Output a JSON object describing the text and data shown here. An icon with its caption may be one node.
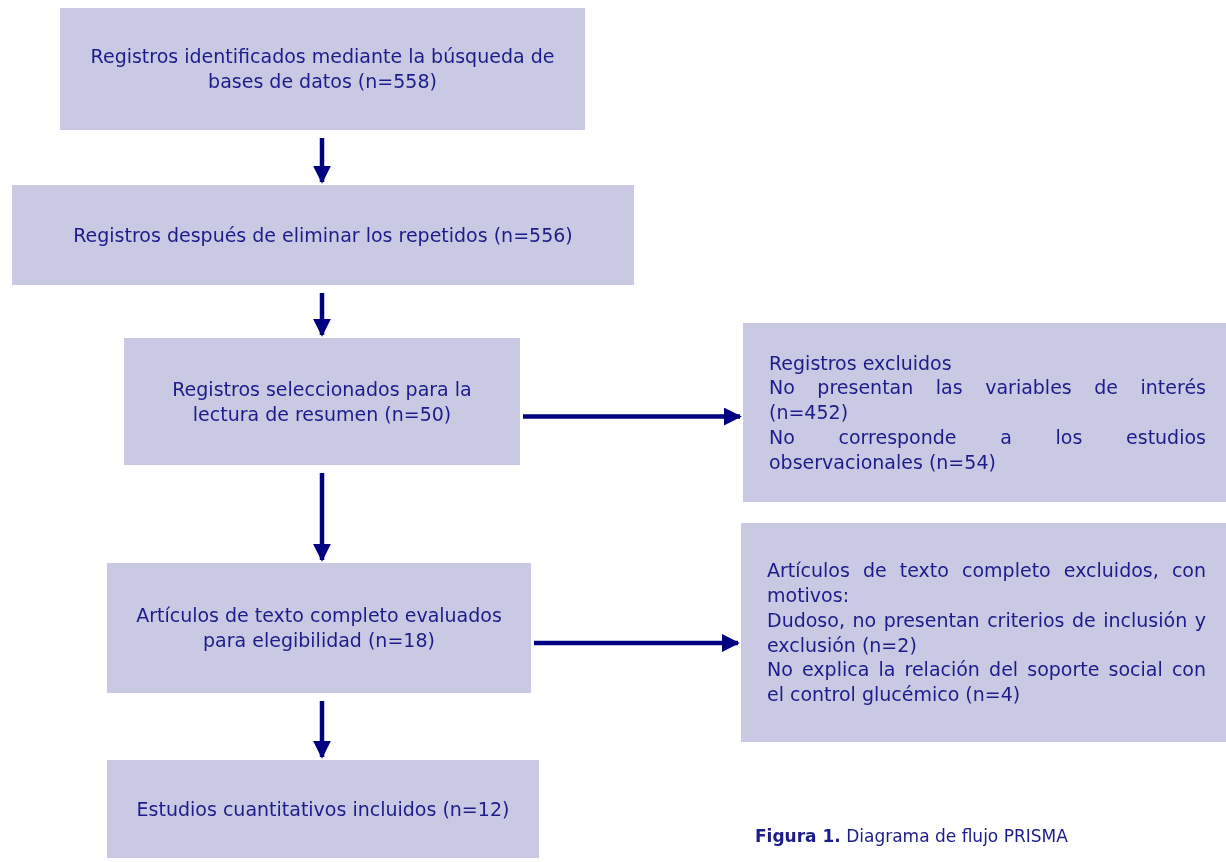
{
  "diagram": {
    "caption": "**Figura 1.** Diagrama de flujo PRISMA",
    "nodes": [
      {
        "text": [
          "Registros identificados mediante la búsqueda de bases de datos (n=558)"
        ]
      },
      {
        "text": [
          "Registros después de eliminar los repetidos (n=556)"
        ]
      },
      {
        "text": [
          "Registros seleccionados para la lectura de resumen (n=50)"
        ]
      },
      {
        "text": [
          "Registros excluidos",
          "No presentan las variables de interés (n=452)",
          "No corresponde a los estudios observacionales (n=54)"
        ]
      },
      {
        "text": [
          "Artículos de texto completo evaluados para elegibilidad (n=18)"
        ]
      },
      {
        "text": [
          "Artículos de texto completo excluidos, con motivos:",
          "Dudoso, no presentan criterios de inclusión y exclusión (n=2)",
          "No explica la relación del soporte social con el control glucémico (n=4)"
        ]
      },
      {
        "text": [
          "Estudios cuantitativos incluidos (n=12)"
        ]
      }
    ],
    "edges": [
      {
        "from": 0,
        "to": 1,
        "arrow": "to"
      },
      {
        "from": 1,
        "to": 2,
        "arrow": "to"
      },
      {
        "from": 2,
        "to": 3,
        "arrow": "to"
      },
      {
        "from": 2,
        "to": 4,
        "arrow": "to"
      },
      {
        "from": 4,
        "to": 5,
        "arrow": "to"
      },
      {
        "from": 4,
        "to": 6,
        "arrow": "to"
      }
    ]
  }
}
